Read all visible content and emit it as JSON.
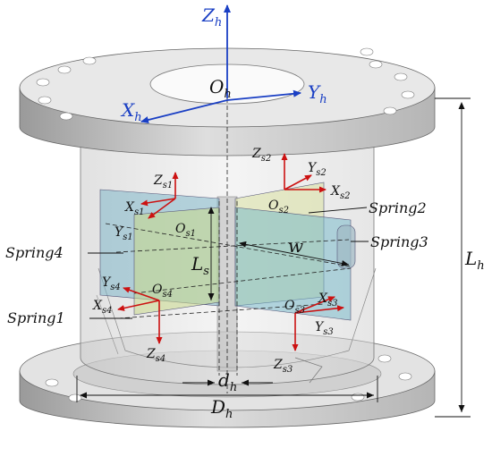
{
  "hub_frame": {
    "z": "Z",
    "z_sub": "h",
    "x": "X",
    "x_sub": "h",
    "y": "Y",
    "y_sub": "h",
    "origin": "O",
    "origin_sub": "h",
    "color": "#1a3fc4"
  },
  "spring_frames": [
    {
      "x": "X",
      "x_sub": "s1",
      "y": "Y",
      "y_sub": "s1",
      "z": "Z",
      "z_sub": "s1",
      "o": "O",
      "o_sub": "s1"
    },
    {
      "x": "X",
      "x_sub": "s2",
      "y": "Y",
      "y_sub": "s2",
      "z": "Z",
      "z_sub": "s2",
      "o": "O",
      "o_sub": "s2"
    },
    {
      "x": "X",
      "x_sub": "s3",
      "y": "Y",
      "y_sub": "s3",
      "z": "Z",
      "z_sub": "s3",
      "o": "O",
      "o_sub": "s3"
    },
    {
      "x": "X",
      "x_sub": "s4",
      "y": "Y",
      "y_sub": "s4",
      "z": "Z",
      "z_sub": "s4",
      "o": "O",
      "o_sub": "s4"
    }
  ],
  "frame_color": "#cc1111",
  "springs": {
    "spring1": "Spring1",
    "spring2": "Spring2",
    "spring3": "Spring3",
    "spring4": "Spring4"
  },
  "dimensions": {
    "Ls": "L",
    "Ls_sub": "s",
    "Lh": "L",
    "Lh_sub": "h",
    "w": "w",
    "dh": "d",
    "dh_sub": "h",
    "Dh": "D",
    "Dh_sub": "h"
  }
}
